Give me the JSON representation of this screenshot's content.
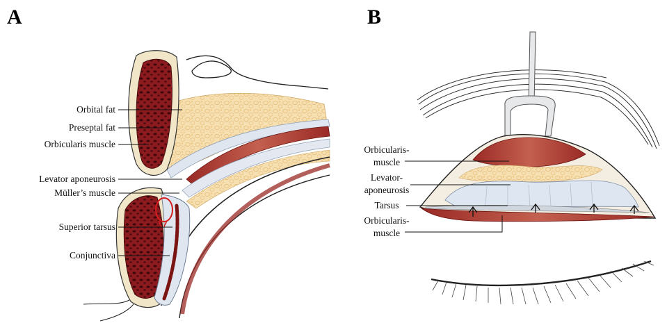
{
  "panels": {
    "a": {
      "letter": "A",
      "labels": {
        "orbital_fat": "Orbital fat",
        "preseptal_fat": "Preseptal fat",
        "orbicularis_muscle": "Orbicularis muscle",
        "levator_aponeurosis": "Levator aponeurosis",
        "muller_muscle": "Müller’s muscle",
        "superior_tarsus": "Superior tarsus",
        "conjunctiva": "Conjunctiva"
      }
    },
    "b": {
      "letter": "B",
      "labels": {
        "orbicularis_1a": "Orbicularis-",
        "orbicularis_1b": "muscle",
        "levator_a": "Levator-",
        "levator_b": "aponeurosis",
        "tarsus": "Tarsus",
        "orbicularis_2a": "Orbicularis-",
        "orbicularis_2b": "muscle"
      }
    }
  },
  "colors": {
    "muscle": "#8e1a1f",
    "muscle_dark": "#4a0a0e",
    "fat": "#f3d9a4",
    "fat_light": "#fbeed2",
    "fascia": "#c8d4e2",
    "skin_edge": "#e8d2ab",
    "suture": "#d61c1c"
  }
}
